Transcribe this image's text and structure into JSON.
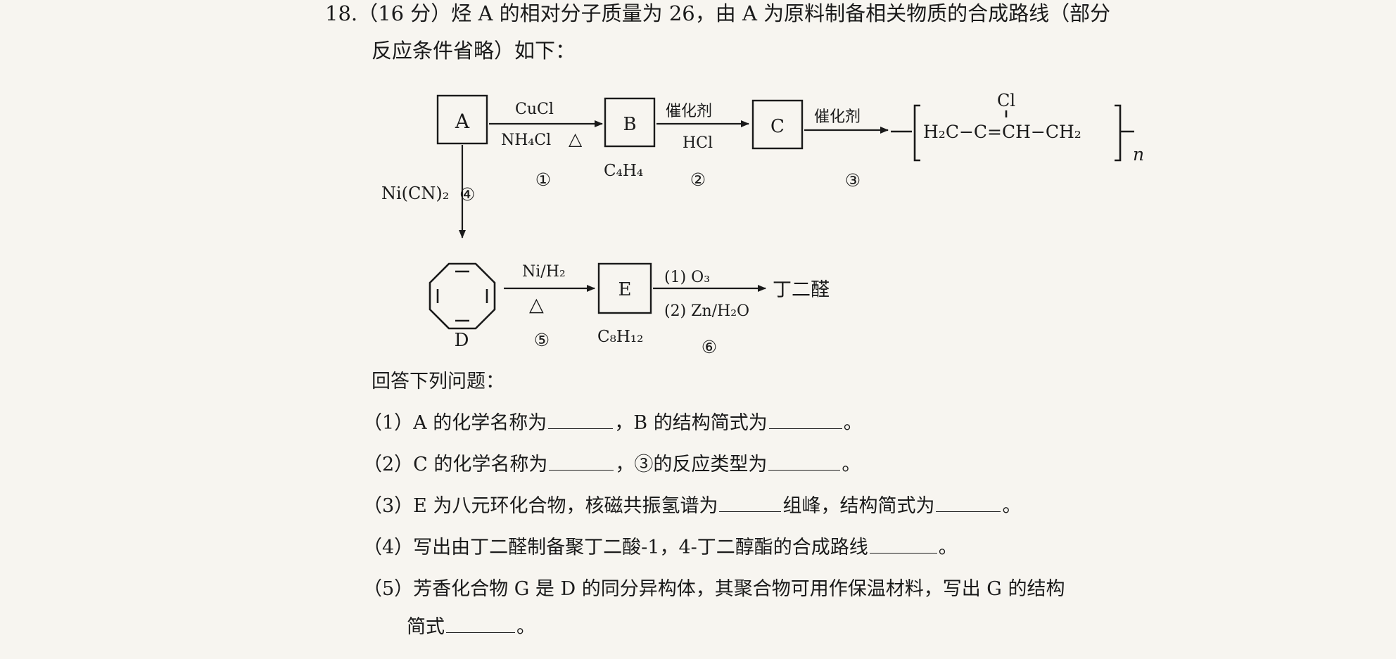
{
  "question": {
    "line1": "18.（16 分）烃 A 的相对分子质量为 26，由 A 为原料制备相关物质的合成路线（部分",
    "line2": "反应条件省略）如下："
  },
  "scheme": {
    "A": "A",
    "B": "B",
    "C": "C",
    "D": "D",
    "E": "E",
    "B_formula": "C₄H₄",
    "E_formula": "C₈H₁₂",
    "step1_top": "CuCl",
    "step1_bottom": "NH₄Cl",
    "heat": "△",
    "step1_num": "①",
    "step2_top": "催化剂",
    "step2_bottom": "HCl",
    "step2_num": "②",
    "step3_top": "催化剂",
    "step3_num": "③",
    "step4_reagent": "Ni(CN)₂",
    "step4_num": "④",
    "step5_top": "Ni/H₂",
    "step5_num": "⑤",
    "step6_top": "(1) O₃",
    "step6_bottom": "(2) Zn/H₂O",
    "step6_num": "⑥",
    "product6": "丁二醛",
    "polymer_substituent": "Cl",
    "polymer_chain": "H₂C−C=CH−CH₂",
    "polymer_n": "n"
  },
  "answer_intro": "回答下列问题：",
  "questions": {
    "q1a": "（1）A 的化学名称为",
    "q1b": "，B 的结构简式为",
    "q1c": "。",
    "q2a": "（2）C 的化学名称为",
    "q2b": "，③的反应类型为",
    "q2c": "。",
    "q3a": "（3）E 为八元环化合物，核磁共振氢谱为",
    "q3b": "组峰，结构简式为",
    "q3c": "。",
    "q4a": "（4）写出由丁二醛制备聚丁二酸-1，4-丁二醇酯的合成路线",
    "q4b": "。",
    "q5a": "（5）芳香化合物 G 是 D 的同分异构体，其聚合物可用作保温材料，写出 G 的结构",
    "q5b": "简式",
    "q5c": "。"
  }
}
